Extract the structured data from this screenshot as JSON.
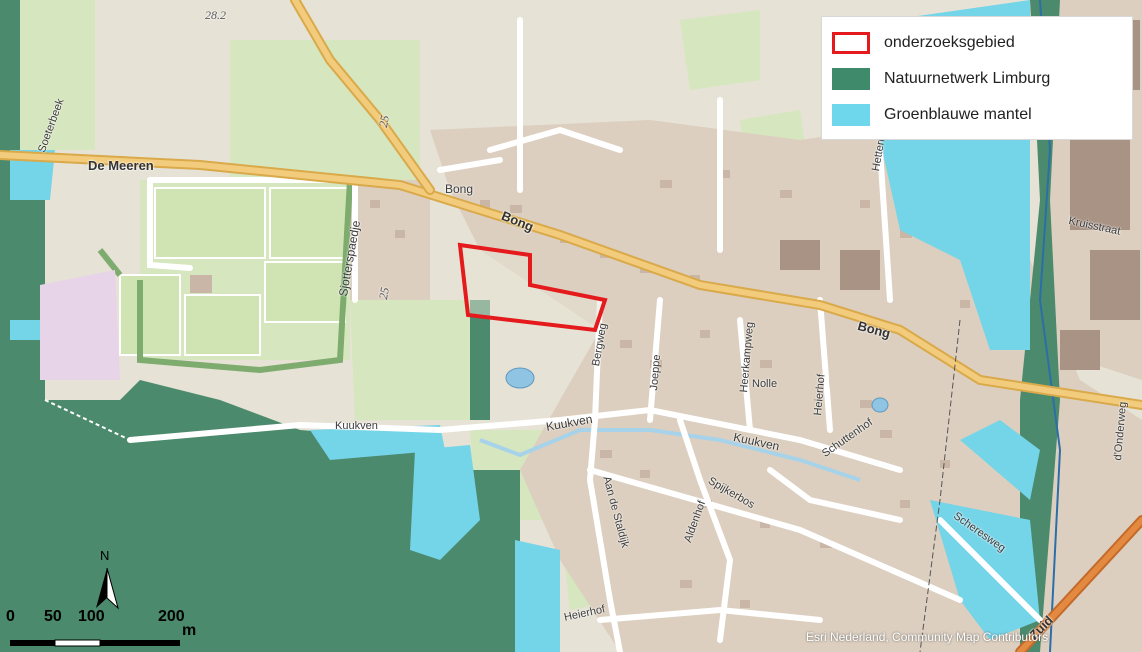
{
  "legend": {
    "items": [
      {
        "label": "onderzoeksgebied",
        "type": "outline",
        "color": "#e41a1c"
      },
      {
        "label": "Natuurnetwerk Limburg",
        "type": "fill",
        "color": "#3f8a6b"
      },
      {
        "label": "Groenblauwe mantel",
        "type": "fill",
        "color": "#6fd7ec"
      }
    ]
  },
  "colors": {
    "study_area": "#e41a1c",
    "natuurnetwerk": "#4b8a6c",
    "groenblauwe": "#74d4e8",
    "fields": "#e6e2d5",
    "grass": "#cfe2b4",
    "built": "#d9cfc2",
    "major_road": "#e3b24e",
    "minor_road": "#ffffff"
  },
  "north_label": "N",
  "scale": {
    "ticks": [
      "0",
      "50",
      "100",
      "200"
    ],
    "unit": "m"
  },
  "attribution": "Esri Nederland, Community Map Contributors",
  "labels": {
    "de_meeren": "De Meeren",
    "soeterbeek": "Soeterbeek",
    "bong_village": "Bong",
    "bong_road1": "Bong",
    "bong_road2": "Bong",
    "sjotterspaedje": "Sjotterspaedje",
    "kuukven1": "Kuukven",
    "kuukven2": "Kuukven",
    "kuukven3": "Kuukven",
    "bergweg": "Bergweg",
    "joeppe": "Joeppe",
    "heerkampweg": "Heerkampweg",
    "nolle": "Nolle",
    "heierhof1": "Heierhof",
    "heierhof2": "Heierhof",
    "aan_de_staldijk": "Aan de Staldijk",
    "aldenhof": "Aldenhof",
    "spijkerbos": "Spijkerbos",
    "schuttenhof": "Schuttenhof",
    "scheresweg": "Scheresweg",
    "kruisstraat": "Kruisstraat",
    "hetterich": "Hetterich",
    "onderweg": "d'Onderweg",
    "zuid": "Zuid",
    "n28": "28.2",
    "n25a": "25",
    "n25b": "25"
  }
}
